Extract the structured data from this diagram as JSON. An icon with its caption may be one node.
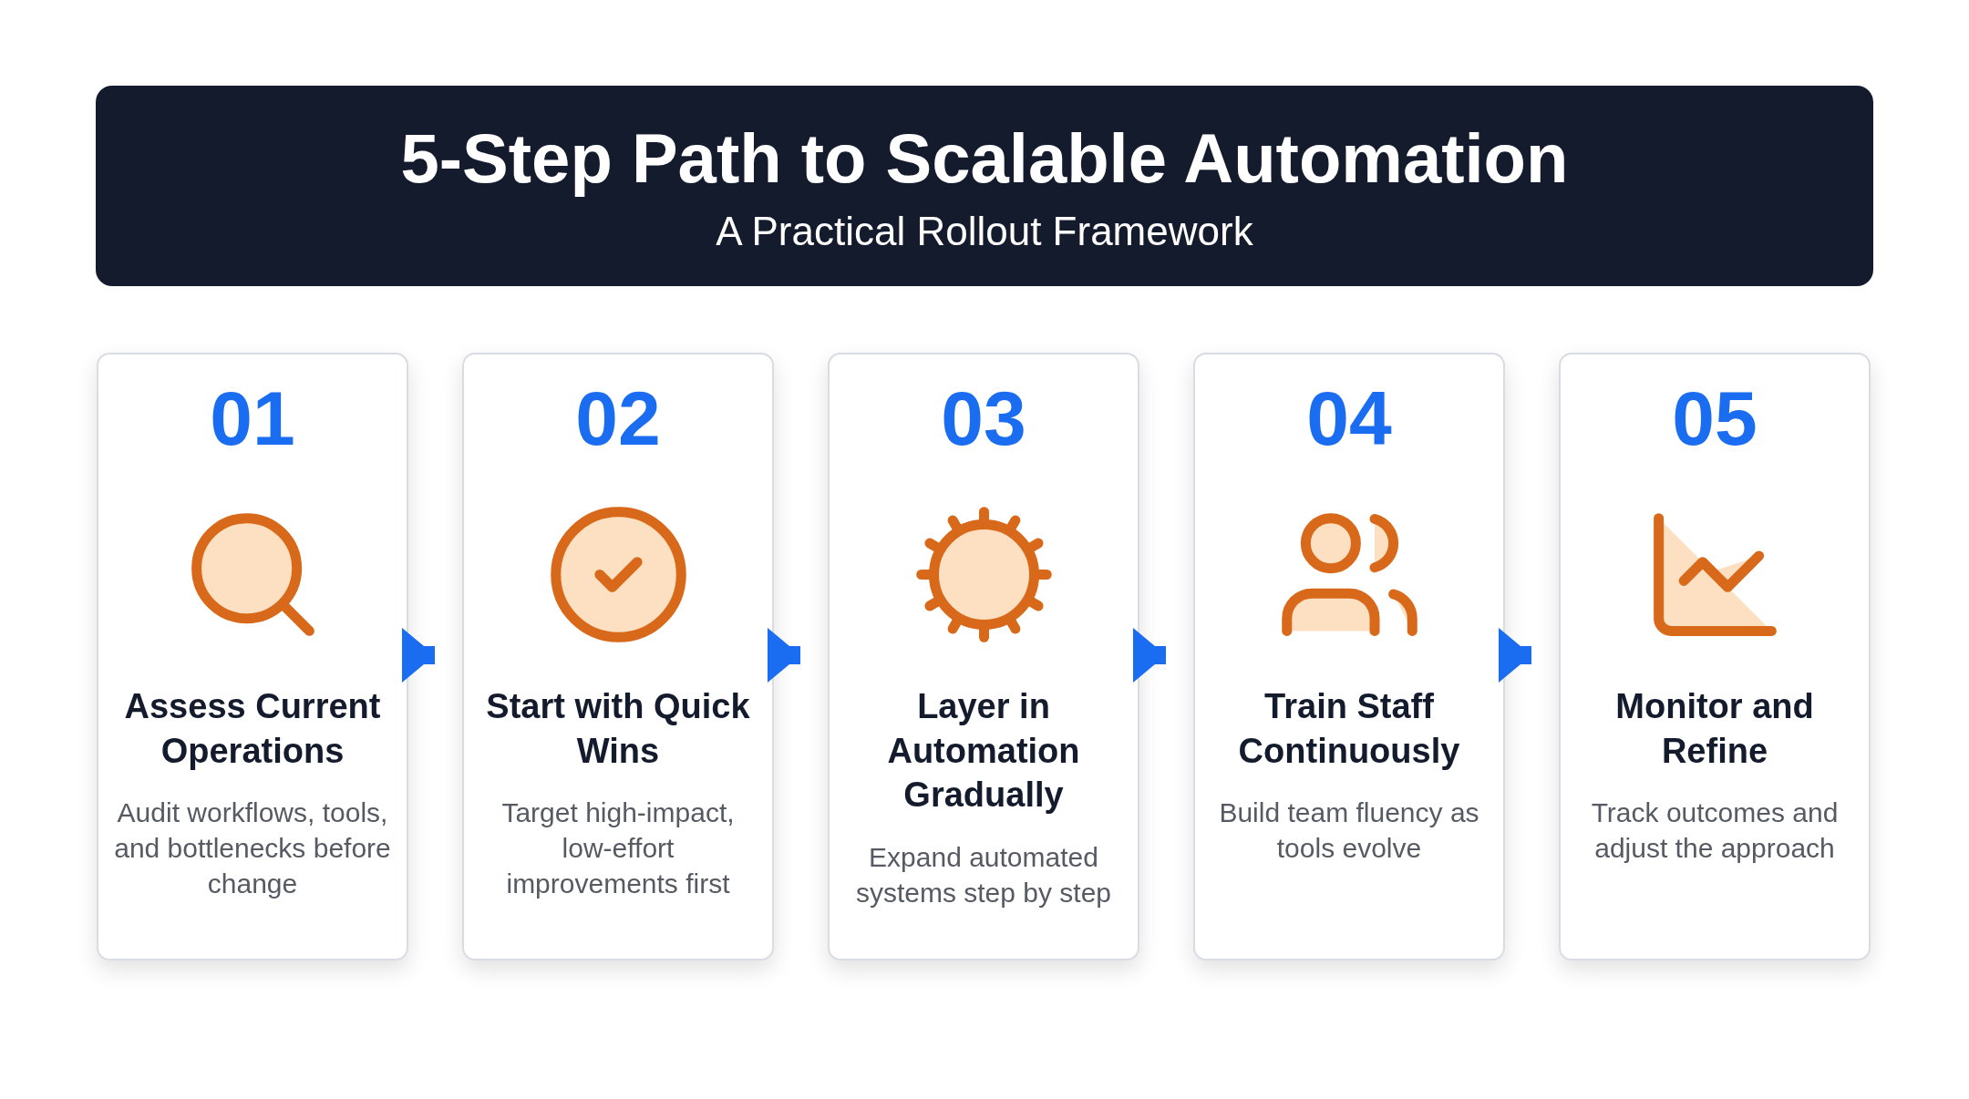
{
  "diagram": {
    "title": "5-Step Path to Scalable Automation",
    "nodes": [
      {
        "text": [
          "01",
          "Assess Current Operations",
          "Audit workflows, tools, and bottlenecks before change"
        ]
      },
      {
        "text": [
          "02",
          "Start with Quick Wins",
          "Target high-impact, low-effort improvements first"
        ]
      },
      {
        "text": [
          "03",
          "Layer in Automation Gradually",
          "Expand automated systems step by step"
        ]
      },
      {
        "text": [
          "04",
          "Train Staff Continuously",
          "Build team fluency as tools evolve"
        ]
      },
      {
        "text": [
          "05",
          "Monitor and Refine",
          "Track outcomes and adjust the approach"
        ]
      }
    ],
    "edges": [
      {
        "from": 0,
        "to": 1,
        "arrow": "to"
      },
      {
        "from": 1,
        "to": 2,
        "arrow": "to"
      },
      {
        "from": 2,
        "to": 3,
        "arrow": "to"
      },
      {
        "from": 3,
        "to": 4,
        "arrow": "to"
      }
    ],
    "labels": [
      "A Practical Rollout Framework"
    ]
  }
}
